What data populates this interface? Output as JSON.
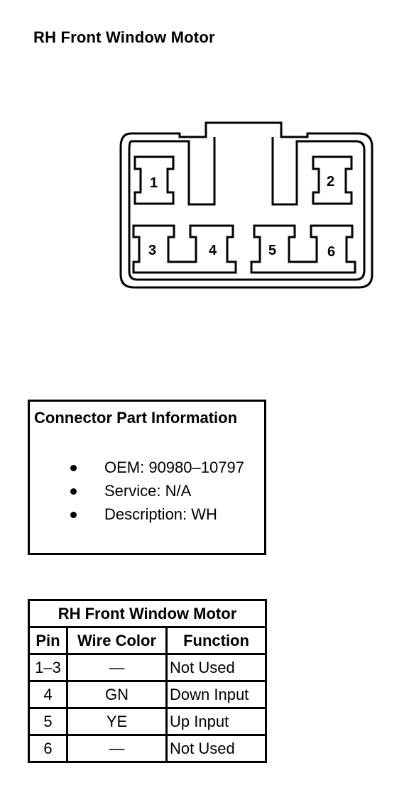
{
  "diagram": {
    "title": "RH Front Window Motor",
    "connector_pins": [
      "1",
      "2",
      "3",
      "4",
      "5",
      "6"
    ]
  },
  "info": {
    "title": "Connector Part Information",
    "items": [
      "OEM: 90980–10797",
      "Service: N/A",
      "Description: WH"
    ]
  },
  "table": {
    "title": "RH Front Window Motor",
    "headers": [
      "Pin",
      "Wire Color",
      "Function"
    ],
    "rows": [
      [
        "1–3",
        "—",
        "Not Used"
      ],
      [
        "4",
        "GN",
        "Down Input"
      ],
      [
        "5",
        "YE",
        "Up Input"
      ],
      [
        "6",
        "—",
        "Not Used"
      ]
    ]
  }
}
